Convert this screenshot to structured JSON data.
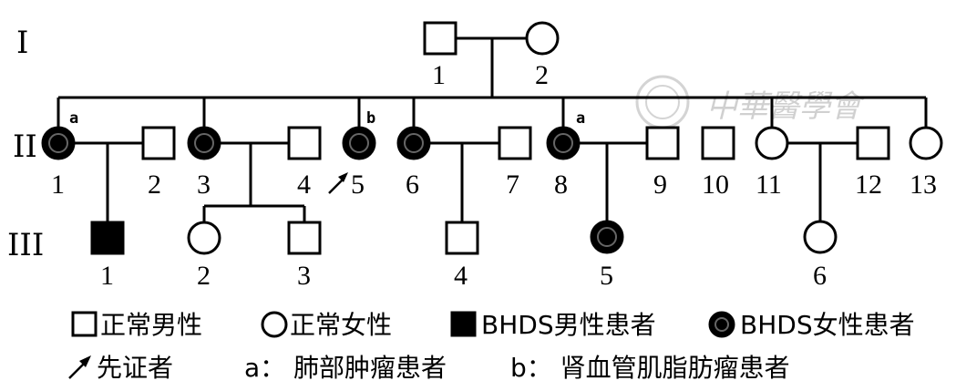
{
  "generations": [
    "I",
    "II",
    "III"
  ],
  "individuals": {
    "I1": {
      "label": "1",
      "sex": "male",
      "affected": false
    },
    "I2": {
      "label": "2",
      "sex": "female",
      "affected": false
    },
    "II1": {
      "label": "1",
      "sex": "female",
      "affected": true,
      "note": "a"
    },
    "II2": {
      "label": "2",
      "sex": "male",
      "affected": false
    },
    "II3": {
      "label": "3",
      "sex": "female",
      "affected": true
    },
    "II4": {
      "label": "4",
      "sex": "male",
      "affected": false
    },
    "II5": {
      "label": "5",
      "sex": "female",
      "affected": true,
      "note": "b",
      "proband": true
    },
    "II6": {
      "label": "6",
      "sex": "female",
      "affected": true
    },
    "II7": {
      "label": "7",
      "sex": "male",
      "affected": false
    },
    "II8": {
      "label": "8",
      "sex": "female",
      "affected": true,
      "note": "a"
    },
    "II9": {
      "label": "9",
      "sex": "male",
      "affected": false
    },
    "II10": {
      "label": "10",
      "sex": "male",
      "affected": false
    },
    "II11": {
      "label": "11",
      "sex": "female",
      "affected": false
    },
    "II12": {
      "label": "12",
      "sex": "male",
      "affected": false
    },
    "II13": {
      "label": "13",
      "sex": "female",
      "affected": false
    },
    "III1": {
      "label": "1",
      "sex": "male",
      "affected": true
    },
    "III2": {
      "label": "2",
      "sex": "female",
      "affected": false
    },
    "III3": {
      "label": "3",
      "sex": "male",
      "affected": false
    },
    "III4": {
      "label": "4",
      "sex": "male",
      "affected": false
    },
    "III5": {
      "label": "5",
      "sex": "female",
      "affected": true
    },
    "III6": {
      "label": "6",
      "sex": "female",
      "affected": false
    }
  },
  "legend": {
    "normal_male": "正常男性",
    "normal_female": "正常女性",
    "affected_male": "BHDS男性患者",
    "affected_female": "BHDS女性患者",
    "proband": "先证者",
    "note_a": "a： 肺部肿瘤患者",
    "note_b": "b： 肾血管肌脂肪瘤患者"
  },
  "watermark": "中華醫學會"
}
